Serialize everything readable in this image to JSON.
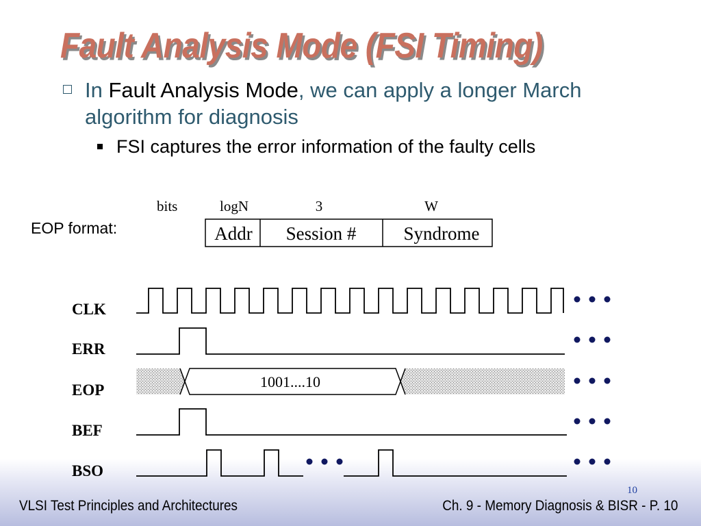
{
  "slide": {
    "title": "Fault Analysis Mode (FSI Timing)",
    "bullet1": {
      "prefix": "In ",
      "mode": "Fault Analysis Mode",
      "suffix": ", we can apply a longer March algorithm for diagnosis"
    },
    "bullet2": "FSI captures the error information of the faulty cells",
    "eop_label": "EOP format:",
    "page_number_small": "10"
  },
  "eop_format": {
    "bits_label": "bits",
    "fields": [
      {
        "name": "Addr",
        "bits": "logN"
      },
      {
        "name": "Session #",
        "bits": "3"
      },
      {
        "name": "Syndrome",
        "bits": "W"
      }
    ]
  },
  "timing_diagram": {
    "signals": [
      "CLK",
      "ERR",
      "EOP",
      "BEF",
      "BSO"
    ],
    "eop_value": "1001....10",
    "continuation_mark": "●●●"
  },
  "footer": {
    "left": "VLSI Test Principles and Architectures",
    "right": "Ch. 9 - Memory Diagnosis & BISR - P. 10"
  },
  "colors": {
    "title": "#c9705e",
    "bullet_text": "#2e5a6e",
    "dots": "#101860",
    "footer_gradient_bottom": "#b7bddf"
  }
}
